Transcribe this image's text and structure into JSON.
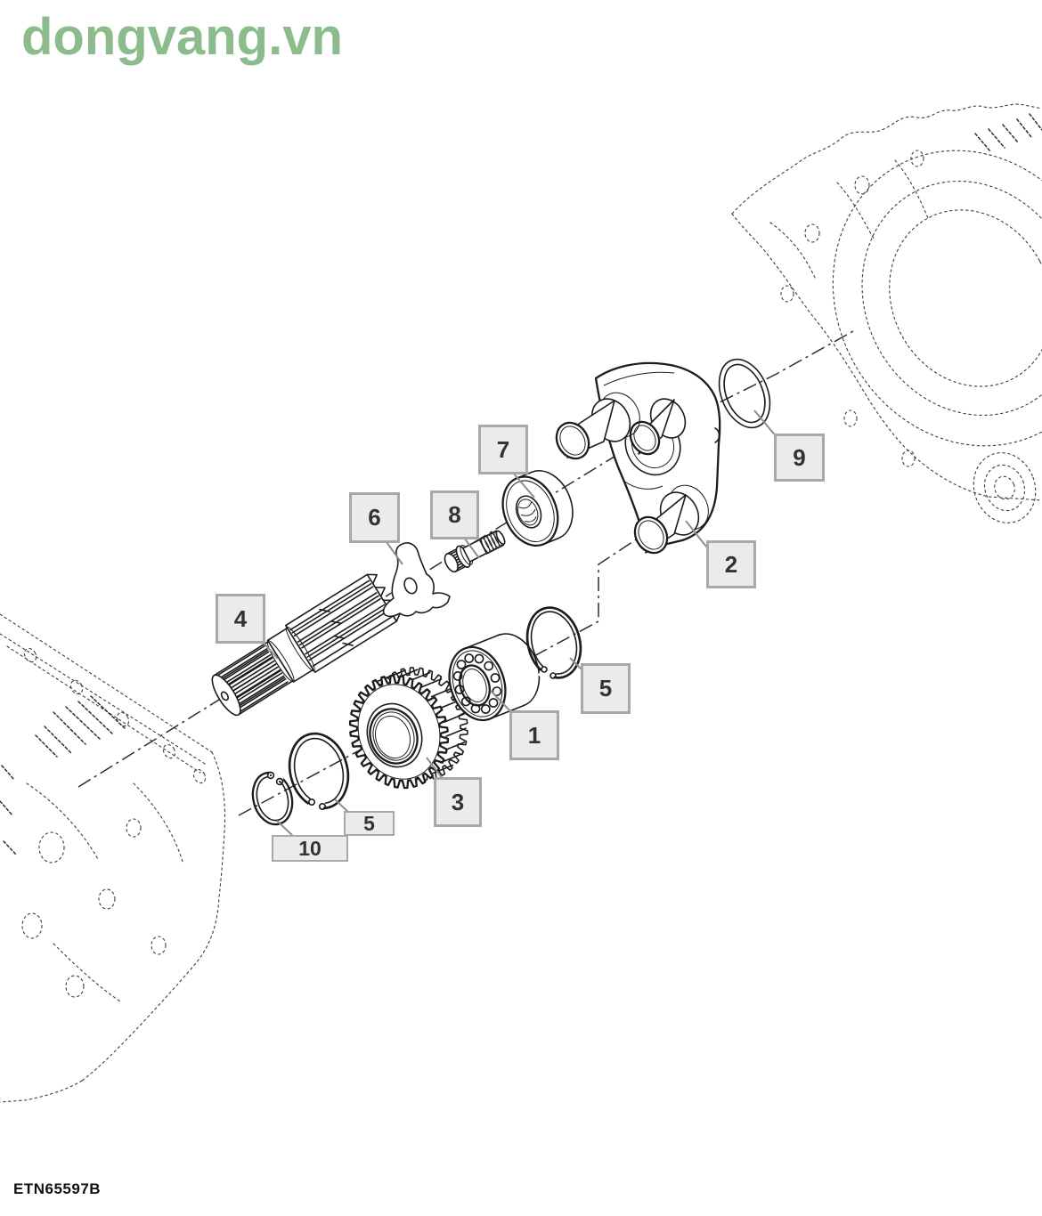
{
  "watermark": {
    "text": "dongvang.vn",
    "color": "#8cbc8c"
  },
  "figure": {
    "code": "ETN65597B"
  },
  "callouts": {
    "c1": "1",
    "c2": "2",
    "c3": "3",
    "c4": "4",
    "c5a": "5",
    "c5b": "5",
    "c6": "6",
    "c7": "7",
    "c8": "8",
    "c9": "9",
    "c10": "10"
  },
  "style": {
    "background": "#ffffff",
    "label_fill": "#ebebeb",
    "label_border": "#a8a8a8",
    "label_text_color": "#333333",
    "line_color": "#1c1c1c",
    "phantom_line_color": "#3d3d3d",
    "leader_color": "#8e8e8e"
  }
}
